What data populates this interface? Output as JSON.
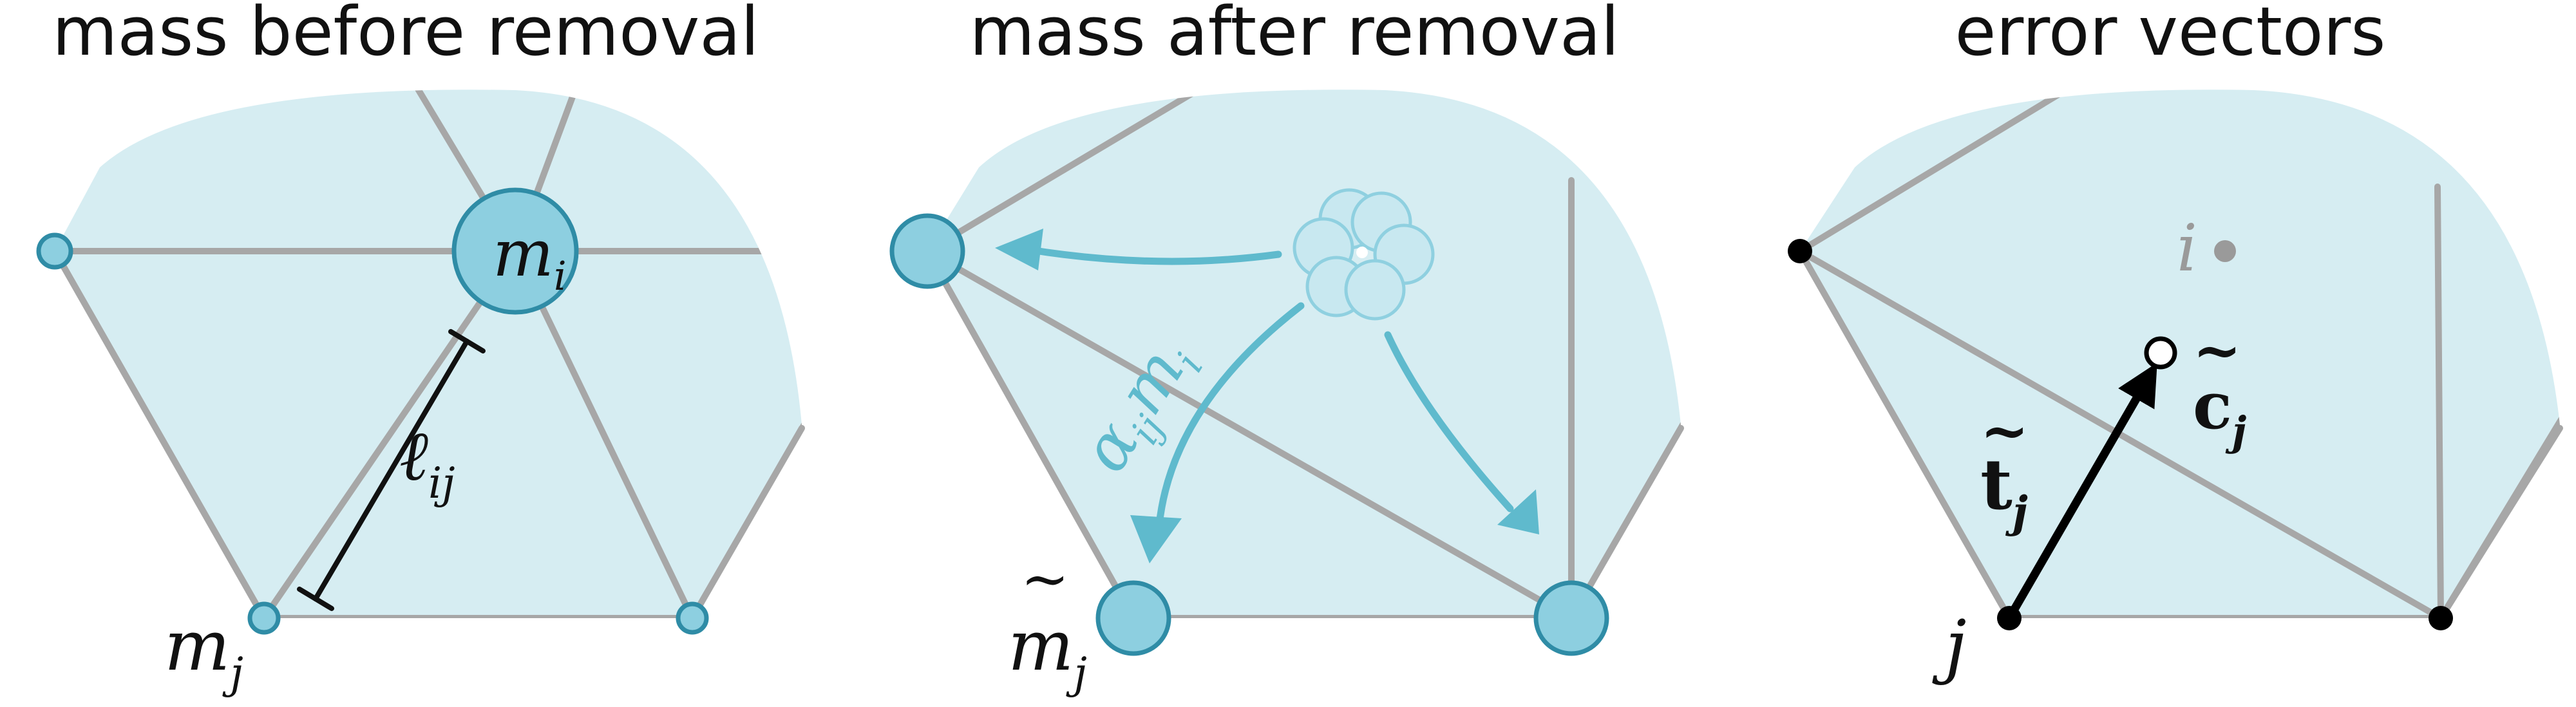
{
  "panels": [
    {
      "title": "mass before removal",
      "labels": {
        "mi": "m",
        "mi_sub": "i",
        "lij": "ℓ",
        "lij_sub": "ij",
        "mj": "m",
        "mj_sub": "j"
      }
    },
    {
      "title": "mass after removal",
      "labels": {
        "alpha": "α",
        "alpha_sub": "ij",
        "alpha_m": "m",
        "alpha_m_sub": "i",
        "mj": "m",
        "mj_sub": "j",
        "tilde": "~"
      }
    },
    {
      "title": "error vectors",
      "labels": {
        "i": "i",
        "c": "c",
        "c_sub": "j",
        "t": "t",
        "t_sub": "j",
        "j": "j",
        "tilde": "~"
      }
    }
  ],
  "colors": {
    "region": "#d6edf2",
    "node_fill": "#8dcfe0",
    "node_stroke": "#2f8ca6",
    "edge": "#a7a7a7",
    "flow": "#5fbacd"
  }
}
